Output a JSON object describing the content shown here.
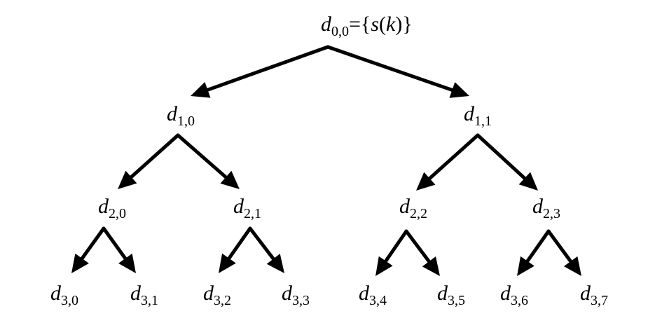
{
  "diagram": {
    "root": {
      "letter": "d",
      "index": "0,0",
      "eq": "=",
      "lbrace": "{",
      "s": "s",
      "lparen": "(",
      "k": "k",
      "rparen": ")",
      "rbrace": "}"
    },
    "nodes": [
      {
        "letter": "d",
        "index": "1,0"
      },
      {
        "letter": "d",
        "index": "1,1"
      },
      {
        "letter": "d",
        "index": "2,0"
      },
      {
        "letter": "d",
        "index": "2,1"
      },
      {
        "letter": "d",
        "index": "2,2"
      },
      {
        "letter": "d",
        "index": "2,3"
      },
      {
        "letter": "d",
        "index": "3,0"
      },
      {
        "letter": "d",
        "index": "3,1"
      },
      {
        "letter": "d",
        "index": "3,2"
      },
      {
        "letter": "d",
        "index": "3,3"
      },
      {
        "letter": "d",
        "index": "3,4"
      },
      {
        "letter": "d",
        "index": "3,5"
      },
      {
        "letter": "d",
        "index": "3,6"
      },
      {
        "letter": "d",
        "index": "3,7"
      }
    ],
    "edges": [
      {
        "from": "0,0",
        "to": "1,0"
      },
      {
        "from": "0,0",
        "to": "1,1"
      },
      {
        "from": "1,0",
        "to": "2,0"
      },
      {
        "from": "1,0",
        "to": "2,1"
      },
      {
        "from": "1,1",
        "to": "2,2"
      },
      {
        "from": "1,1",
        "to": "2,3"
      },
      {
        "from": "2,0",
        "to": "3,0"
      },
      {
        "from": "2,0",
        "to": "3,1"
      },
      {
        "from": "2,1",
        "to": "3,2"
      },
      {
        "from": "2,1",
        "to": "3,3"
      },
      {
        "from": "2,2",
        "to": "3,4"
      },
      {
        "from": "2,2",
        "to": "3,5"
      },
      {
        "from": "2,3",
        "to": "3,6"
      },
      {
        "from": "2,3",
        "to": "3,7"
      }
    ],
    "colors": {
      "ink": "#000000",
      "background": "#ffffff"
    }
  }
}
